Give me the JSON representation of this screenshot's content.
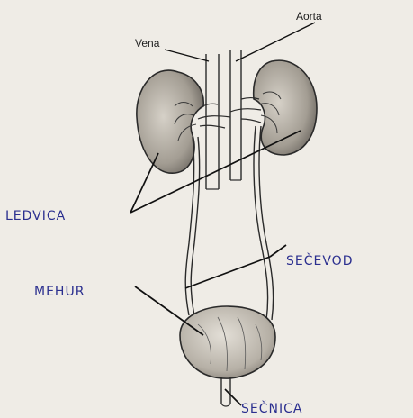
{
  "labels": {
    "aorta": "Aorta",
    "vena": "Vena",
    "ledvica": "LEDVICA",
    "secevod": "SEČEVOD",
    "mehur": "MEHUR",
    "secnica": "SEČNICA"
  },
  "colors": {
    "paper": "#efece6",
    "ink": "#1d1d1d",
    "handwriting": "#2b2f8f"
  }
}
